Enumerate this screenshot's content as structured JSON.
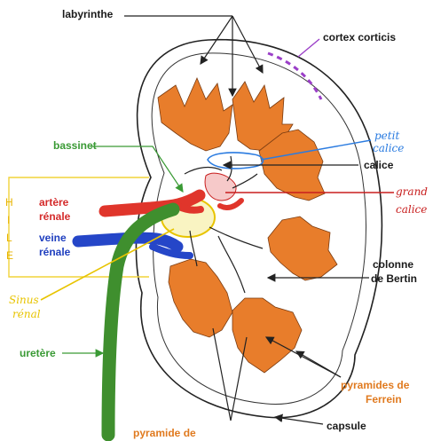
{
  "labels": {
    "labyrinthe": "labyrinthe",
    "cortex": "cortex corticis",
    "bassinet": "bassinet",
    "petit_calice": [
      "petit",
      "calice"
    ],
    "calice": "calice",
    "grand_calice": [
      "grand",
      "calice"
    ],
    "hile_letters": [
      "H",
      "I",
      "L",
      "E"
    ],
    "artere": [
      "artère",
      "rénale"
    ],
    "veine": [
      "veine",
      "rénale"
    ],
    "sinus": [
      "Sinus",
      "rénal"
    ],
    "colonne": [
      "colonne",
      "de Bertin"
    ],
    "uretere": "uretère",
    "pyramides_ferrein": [
      "pyramides de",
      "Ferrein"
    ],
    "pyramide_de": "pyramide de",
    "capsule": "capsule"
  },
  "colors": {
    "pyramid": "#e87d2b",
    "artery": "#e0352b",
    "vein": "#2546c8",
    "ureter": "#3f8f2e",
    "sinus": "#f1e040",
    "calice_pink": "#f6c9c9",
    "hand_blue": "#2a7be0",
    "hand_red": "#c81e1e",
    "cortex_mark": "#9b3fc8"
  }
}
